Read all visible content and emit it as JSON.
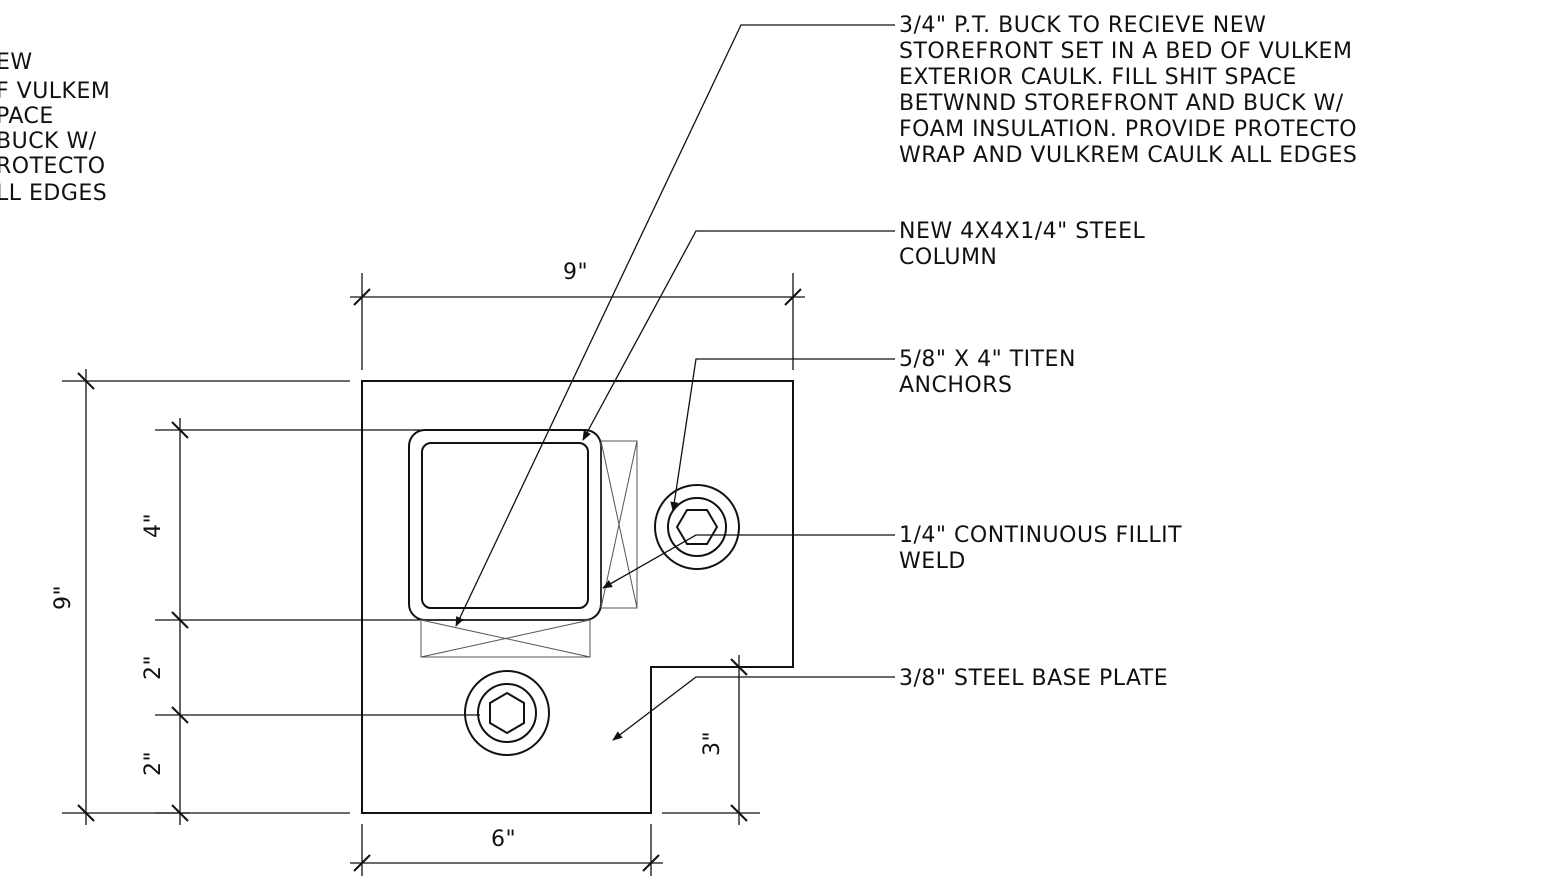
{
  "cropped_note": {
    "lines": [
      "EW",
      "F VULKEM",
      "PACE",
      "BUCK W/",
      "ROTECTO",
      "LL EDGES"
    ]
  },
  "callouts": {
    "buck": {
      "lines": [
        "3/4\" P.T. BUCK TO RECIEVE NEW",
        "STOREFRONT SET IN A BED OF VULKEM",
        "EXTERIOR CAULK. FILL SHIT SPACE",
        "BETWNND STOREFRONT AND BUCK W/",
        "FOAM INSULATION. PROVIDE PROTECTO",
        "WRAP AND VULKREM CAULK ALL EDGES"
      ]
    },
    "column": {
      "lines": [
        "NEW 4X4X1/4\" STEEL",
        "COLUMN"
      ]
    },
    "anchors": {
      "lines": [
        "5/8\" X 4\" TITEN",
        "ANCHORS"
      ]
    },
    "weld": {
      "lines": [
        "1/4\" CONTINUOUS FILLIT",
        "WELD"
      ]
    },
    "base_plate": {
      "lines": [
        "3/8\" STEEL BASE PLATE"
      ]
    }
  },
  "dimensions": {
    "top_width": "9\"",
    "left_height": "9\"",
    "column_depth": "4\"",
    "upper_anchor_offset": "2\"",
    "lower_anchor_offset": "2\"",
    "notch_height": "3\"",
    "bottom_width": "6\""
  }
}
